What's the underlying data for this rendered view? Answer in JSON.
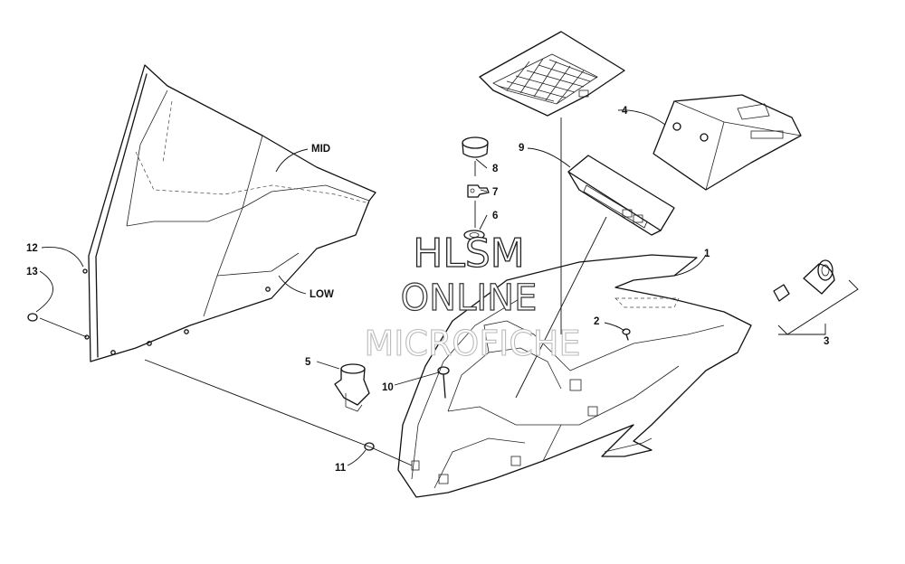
{
  "labels": {
    "p1": "1",
    "p2": "2",
    "p3": "3",
    "p4": "4",
    "p5": "5",
    "p6": "6",
    "p7": "7",
    "p8": "8",
    "p9": "9",
    "p10": "10",
    "p11": "11",
    "p12": "12",
    "p13": "13",
    "mid": "MID",
    "low": "LOW"
  },
  "watermark": {
    "line1": "HLSM",
    "line2": "ONLINE",
    "line3": "MICROFICHE"
  }
}
